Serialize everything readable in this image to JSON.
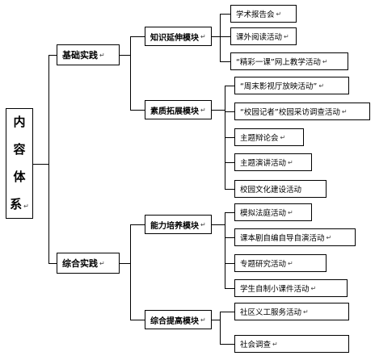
{
  "root": {
    "chars": [
      "内",
      "容",
      "体",
      "系"
    ],
    "mark": "↵"
  },
  "main": [
    {
      "label": "基础实践",
      "mark": "↵"
    },
    {
      "label": "综合实践",
      "mark": "↵"
    }
  ],
  "modules": [
    {
      "label": "知识延伸模块",
      "mark": "↵"
    },
    {
      "label": "素质拓展模块",
      "mark": "↵"
    },
    {
      "label": "能力培养模块",
      "mark": "↵"
    },
    {
      "label": "综合提高模块",
      "mark": "↵"
    }
  ],
  "leaves": [
    {
      "label": "学术报告会",
      "mark": "↵"
    },
    {
      "label": "课外阅读活动",
      "mark": "↵"
    },
    {
      "label": "“精彩一课”网上教学活动",
      "mark": "↵"
    },
    {
      "label": "“周末影视厅放映活动”",
      "mark": "↵"
    },
    {
      "label": "“校园记者”校园采访调查活动",
      "mark": "↵"
    },
    {
      "label": "主题辩论会",
      "mark": "↵"
    },
    {
      "label": "主题演讲活动",
      "mark": "↵"
    },
    {
      "label": "校园文化建设活动",
      "mark": ""
    },
    {
      "label": "模拟法庭活动",
      "mark": "↵"
    },
    {
      "label": "课本剧自编自导自演活动",
      "mark": "↵"
    },
    {
      "label": "专题研究活动",
      "mark": "↵"
    },
    {
      "label": "学生自制小课件活动",
      "mark": "↵"
    },
    {
      "label": "社区义工服务活动",
      "mark": "↵"
    },
    {
      "label": "社会调查",
      "mark": "↵"
    }
  ]
}
